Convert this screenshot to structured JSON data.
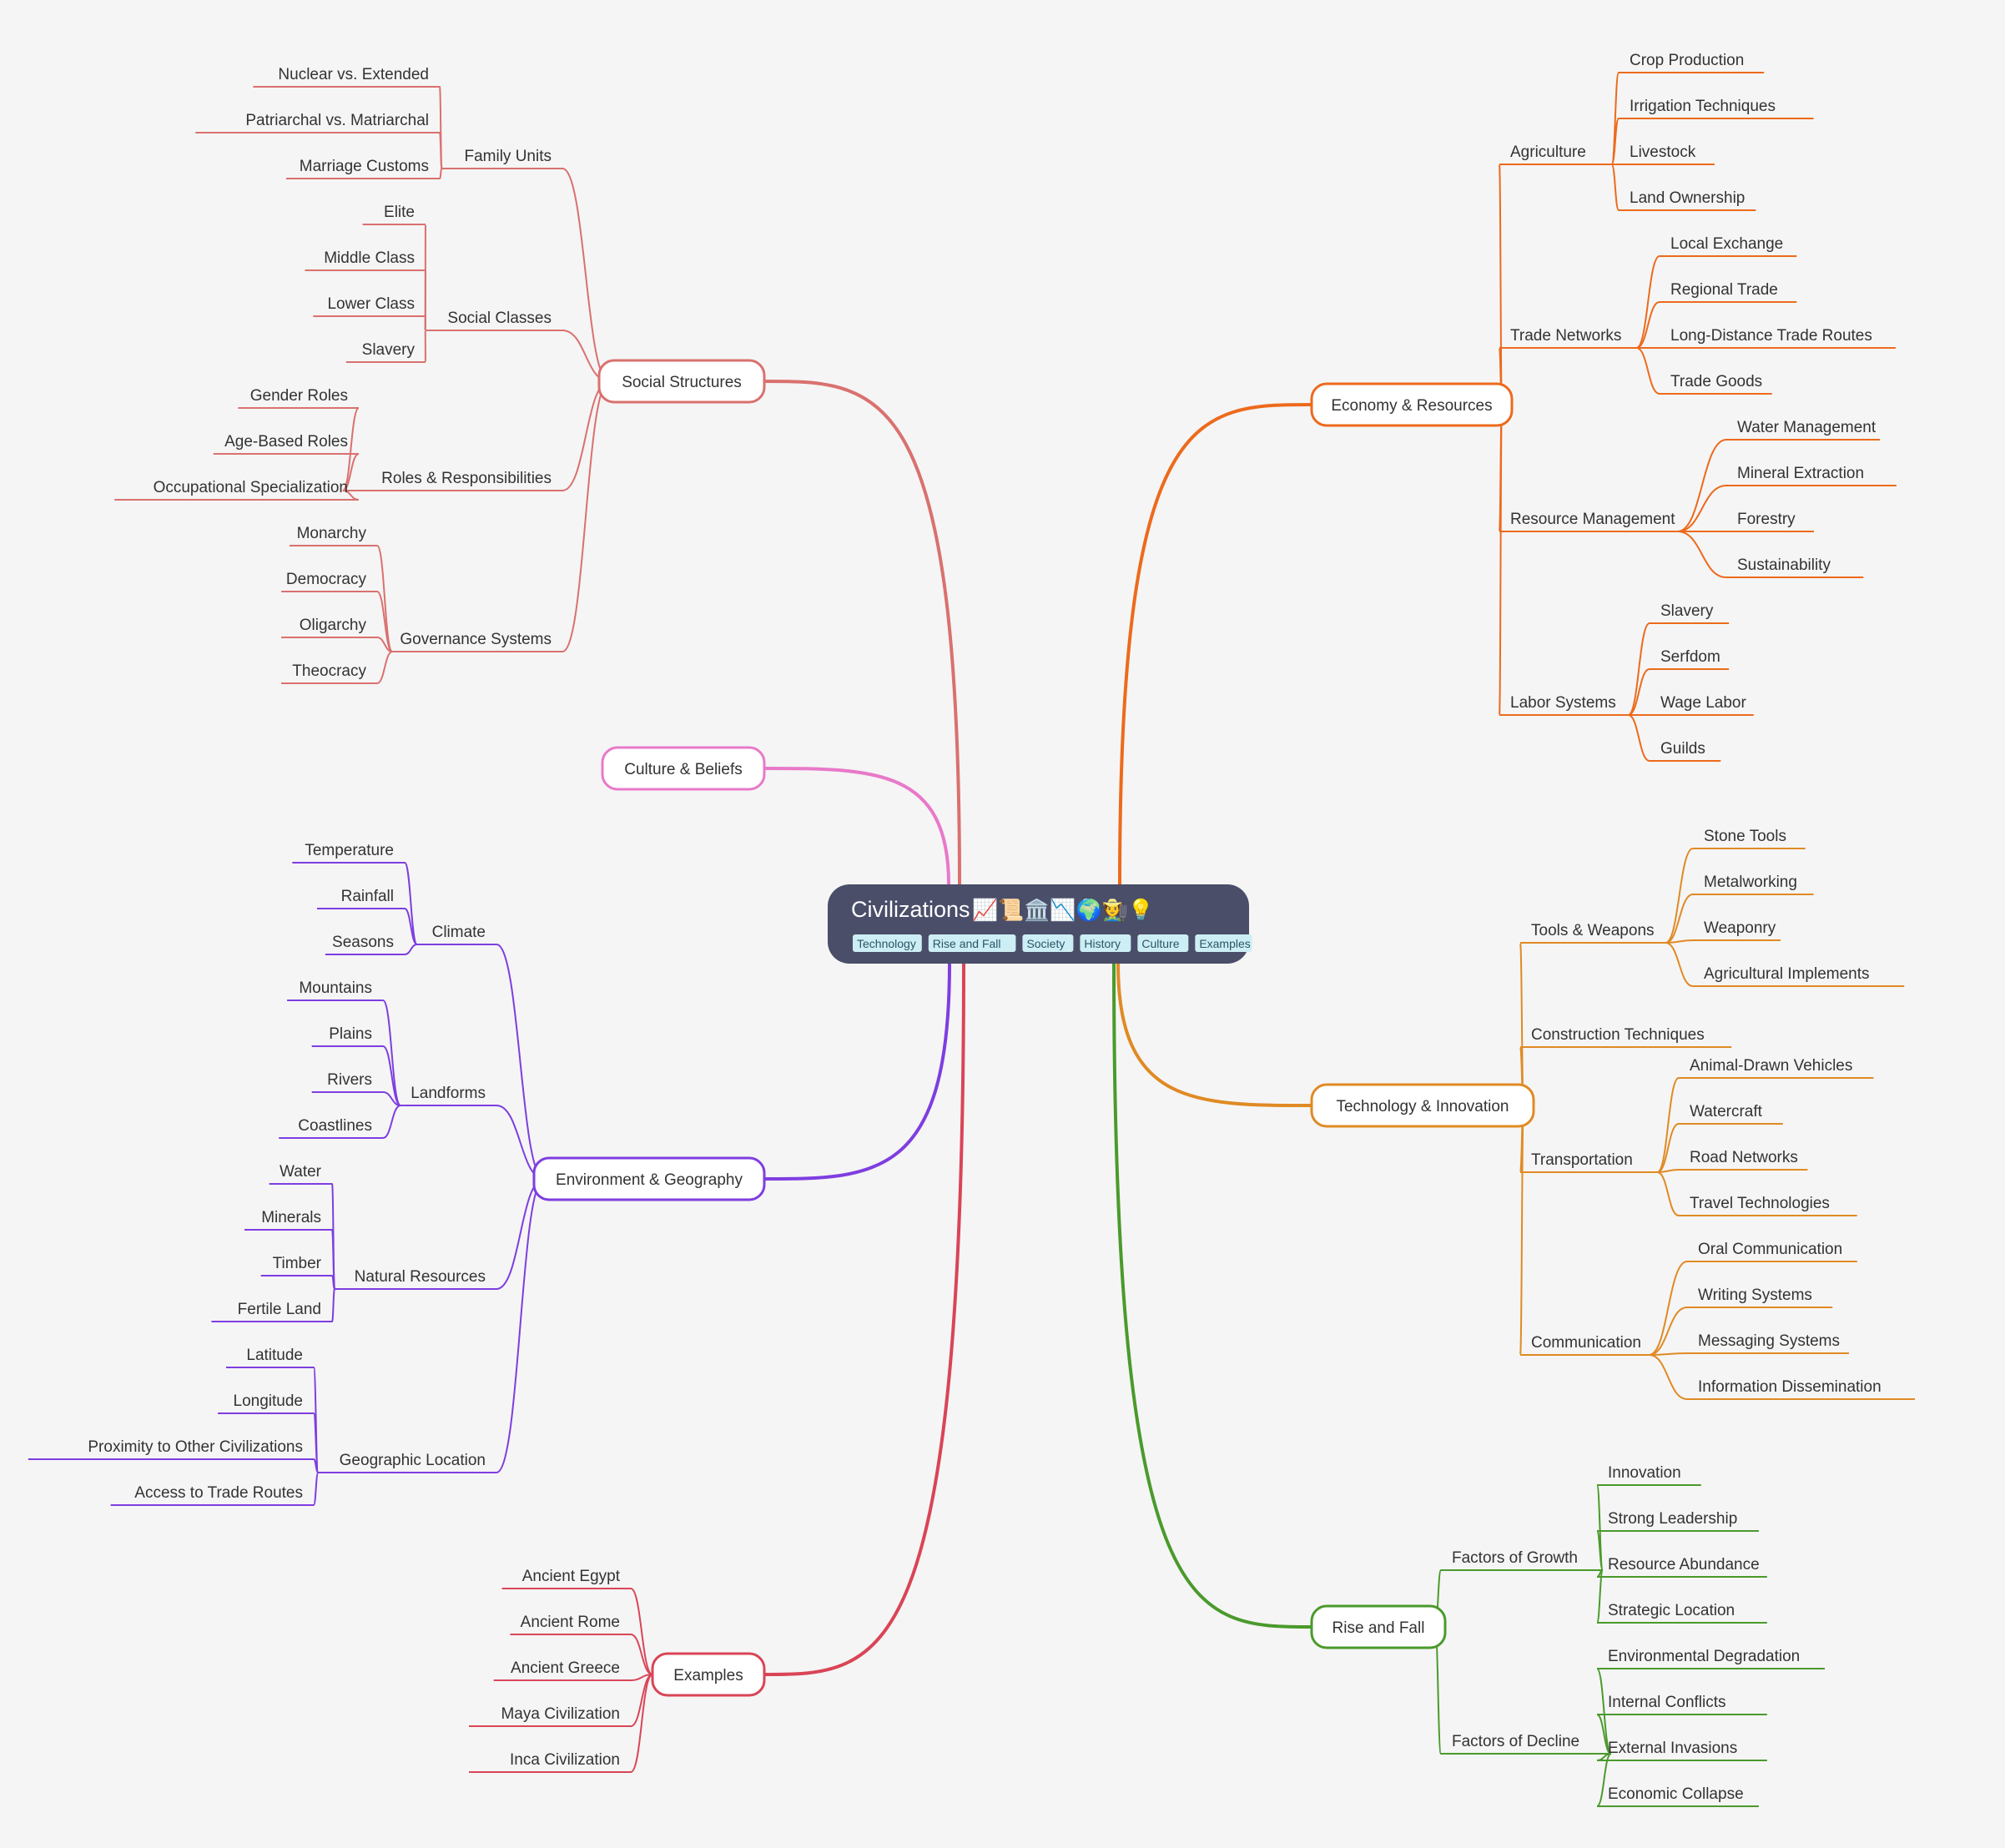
{
  "root": {
    "title": "Civilizations",
    "emojis": "📈📜🏛️📉🌍🧑‍🌾💡",
    "tags": [
      "Technology",
      "Rise and Fall",
      "Society",
      "History",
      "Culture",
      "Examples"
    ]
  },
  "branches": [
    {
      "id": "social",
      "label": "Social Structures",
      "color": "#d9716f",
      "subs": [
        {
          "label": "Family Units",
          "leaves": [
            "Nuclear vs. Extended",
            "Patriarchal vs. Matriarchal",
            "Marriage Customs"
          ]
        },
        {
          "label": "Social Classes",
          "leaves": [
            "Elite",
            "Middle Class",
            "Lower Class",
            "Slavery"
          ]
        },
        {
          "label": "Roles & Responsibilities",
          "leaves": [
            "Gender Roles",
            "Age-Based Roles",
            "Occupational Specialization"
          ]
        },
        {
          "label": "Governance Systems",
          "leaves": [
            "Monarchy",
            "Democracy",
            "Oligarchy",
            "Theocracy"
          ]
        }
      ]
    },
    {
      "id": "culture",
      "label": "Culture & Beliefs",
      "color": "#e879c9",
      "subs": []
    },
    {
      "id": "environment",
      "label": "Environment & Geography",
      "color": "#7e3ee0",
      "subs": [
        {
          "label": "Climate",
          "leaves": [
            "Temperature",
            "Rainfall",
            "Seasons"
          ]
        },
        {
          "label": "Landforms",
          "leaves": [
            "Mountains",
            "Plains",
            "Rivers",
            "Coastlines"
          ]
        },
        {
          "label": "Natural Resources",
          "leaves": [
            "Water",
            "Minerals",
            "Timber",
            "Fertile Land"
          ]
        },
        {
          "label": "Geographic Location",
          "leaves": [
            "Latitude",
            "Longitude",
            "Proximity to Other Civilizations",
            "Access to Trade Routes"
          ]
        }
      ]
    },
    {
      "id": "examples",
      "label": "Examples",
      "color": "#d94556",
      "subs": [
        {
          "label": "",
          "leaves": [
            "Ancient Egypt",
            "Ancient Rome",
            "Ancient Greece",
            "Maya Civilization",
            "Inca Civilization"
          ]
        }
      ]
    },
    {
      "id": "economy",
      "label": "Economy & Resources",
      "color": "#ed6a1c",
      "subs": [
        {
          "label": "Agriculture",
          "leaves": [
            "Crop Production",
            "Irrigation Techniques",
            "Livestock",
            "Land Ownership"
          ]
        },
        {
          "label": "Trade Networks",
          "leaves": [
            "Local Exchange",
            "Regional Trade",
            "Long-Distance Trade Routes",
            "Trade Goods"
          ]
        },
        {
          "label": "Resource Management",
          "leaves": [
            "Water Management",
            "Mineral Extraction",
            "Forestry",
            "Sustainability"
          ]
        },
        {
          "label": "Labor Systems",
          "leaves": [
            "Slavery",
            "Serfdom",
            "Wage Labor",
            "Guilds"
          ]
        }
      ]
    },
    {
      "id": "technology",
      "label": "Technology & Innovation",
      "color": "#e08a24",
      "subs": [
        {
          "label": "Tools & Weapons",
          "leaves": [
            "Stone Tools",
            "Metalworking",
            "Weaponry",
            "Agricultural Implements"
          ]
        },
        {
          "label": "Construction Techniques",
          "leaves": []
        },
        {
          "label": "Transportation",
          "leaves": [
            "Animal-Drawn Vehicles",
            "Watercraft",
            "Road Networks",
            "Travel Technologies"
          ]
        },
        {
          "label": "Communication",
          "leaves": [
            "Oral Communication",
            "Writing Systems",
            "Messaging Systems",
            "Information Dissemination"
          ]
        }
      ]
    },
    {
      "id": "risefall",
      "label": "Rise and Fall",
      "color": "#4a9a2c",
      "subs": [
        {
          "label": "Factors of Growth",
          "leaves": [
            "Innovation",
            "Strong Leadership",
            "Resource Abundance",
            "Strategic Location"
          ]
        },
        {
          "label": "Factors of Decline",
          "leaves": [
            "Environmental Degradation",
            "Internal Conflicts",
            "External Invasions",
            "Economic Collapse"
          ]
        }
      ]
    }
  ]
}
